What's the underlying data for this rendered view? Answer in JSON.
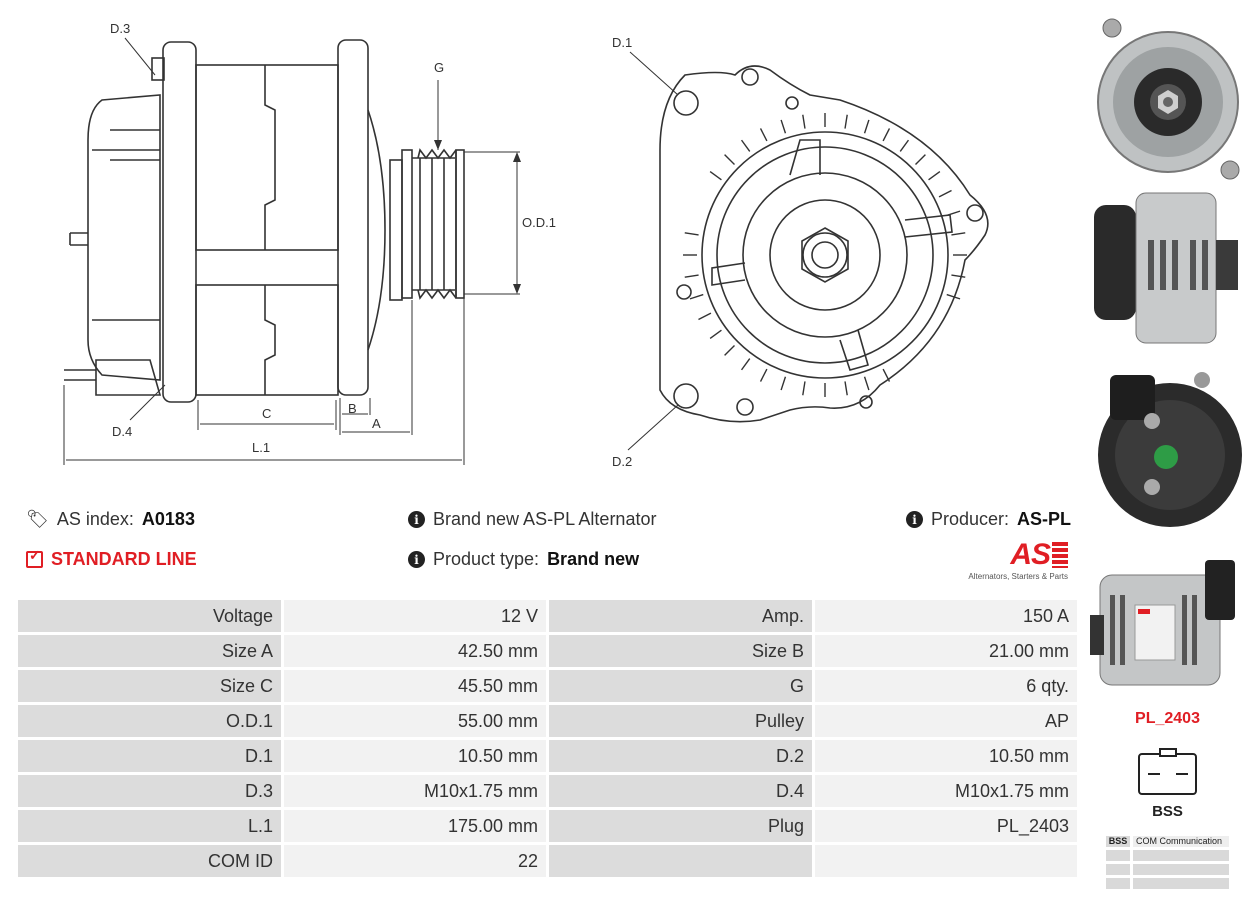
{
  "drawing_labels": {
    "d3": "D.3",
    "g": "G",
    "od1": "O.D.1",
    "c": "C",
    "b": "B",
    "a": "A",
    "l1": "L.1",
    "d4": "D.4",
    "d1": "D.1",
    "d2": "D.2"
  },
  "info": {
    "as_index_label": "AS index:",
    "as_index_value": "A0183",
    "standard_line": "STANDARD LINE",
    "description": "Brand new AS-PL Alternator",
    "product_type_label": "Product type:",
    "product_type_value": "Brand new",
    "producer_label": "Producer:",
    "producer_value": "AS-PL",
    "logo_text": "AS",
    "logo_tagline": "Alternators, Starters & Parts"
  },
  "specs": [
    {
      "label1": "Voltage",
      "value1": "12 V",
      "label2": "Amp.",
      "value2": "150 A"
    },
    {
      "label1": "Size A",
      "value1": "42.50 mm",
      "label2": "Size B",
      "value2": "21.00 mm"
    },
    {
      "label1": "Size C",
      "value1": "45.50 mm",
      "label2": "G",
      "value2": "6 qty."
    },
    {
      "label1": "O.D.1",
      "value1": "55.00 mm",
      "label2": "Pulley",
      "value2": "AP"
    },
    {
      "label1": "D.1",
      "value1": "10.50 mm",
      "label2": "D.2",
      "value2": "10.50 mm"
    },
    {
      "label1": "D.3",
      "value1": "M10x1.75 mm",
      "label2": "D.4",
      "value2": "M10x1.75 mm"
    },
    {
      "label1": "L.1",
      "value1": "175.00 mm",
      "label2": "Plug",
      "value2": "PL_2403"
    },
    {
      "label1": "COM ID",
      "value1": "22",
      "label2": "",
      "value2": ""
    }
  ],
  "plug": {
    "code": "PL_2403",
    "connector_label": "BSS"
  },
  "com_table": {
    "header_code": "BSS",
    "header_name": "COM Communication"
  },
  "colors": {
    "accent_red": "#e01e24",
    "label_cell": "#dcdcdc",
    "value_cell": "#f2f2f2"
  }
}
